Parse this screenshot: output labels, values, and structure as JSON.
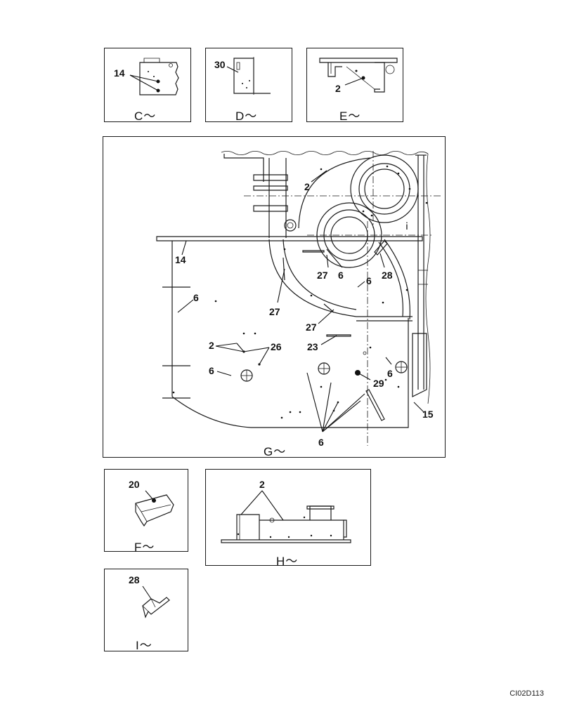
{
  "drawing_code": "CI02D113",
  "views": {
    "C": {
      "label": "C～",
      "callouts": [
        "14"
      ]
    },
    "D": {
      "label": "D～",
      "callouts": [
        "30"
      ]
    },
    "E": {
      "label": "E～",
      "callouts": [
        "2"
      ]
    },
    "G": {
      "label": "G～",
      "callouts": [
        "2",
        "14",
        "27",
        "6",
        "28",
        "6",
        "6",
        "27",
        "27",
        "2",
        "26",
        "23",
        "6",
        "6",
        "29",
        "15",
        "6",
        "ⅰ"
      ]
    },
    "F": {
      "label": "F～",
      "callouts": [
        "20"
      ]
    },
    "H": {
      "label": "H～",
      "callouts": [
        "2"
      ]
    },
    "I": {
      "label": "I～",
      "callouts": [
        "28"
      ]
    }
  },
  "colors": {
    "line": "#1a1a1a",
    "background": "#ffffff"
  }
}
